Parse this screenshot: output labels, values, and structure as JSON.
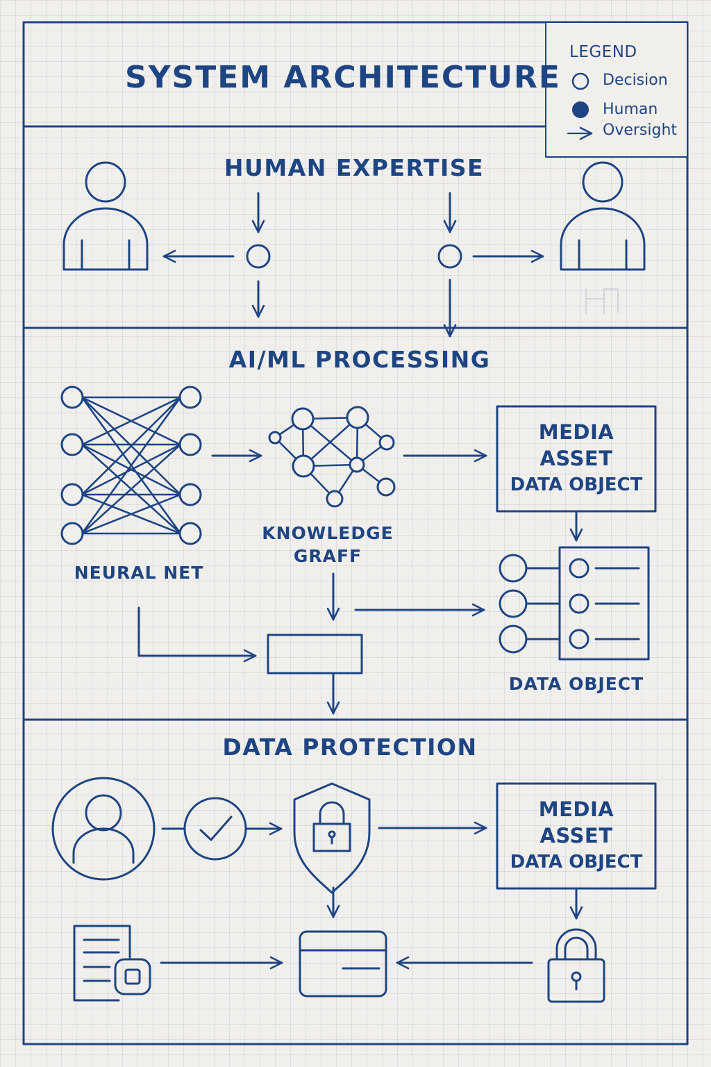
{
  "title": "SYSTEM ARCHITECTURE",
  "legend": {
    "heading": "LEGEND",
    "items": [
      {
        "symbol": "open-circle",
        "label": "Decision"
      },
      {
        "symbol": "filled-circle",
        "label": "Human"
      },
      {
        "symbol": "arrow",
        "label": "Oversight"
      }
    ]
  },
  "sections": {
    "human_expertise": {
      "title": "HUMAN EXPERTISE"
    },
    "ai_ml": {
      "title": "AI/ML PROCESSING",
      "neural_net_label": "NEURAL NET",
      "knowledge_graph_label": [
        "KNOWLEDGE",
        "GRAFF"
      ],
      "media_box": [
        "MEDIA",
        "ASSET",
        "DATA OBJECT"
      ],
      "data_object_label": "DATA OBJECT"
    },
    "data_protection": {
      "title": "DATA PROTECTION",
      "media_box": [
        "MEDIA",
        "ASSET",
        "DATA OBJECT"
      ]
    }
  },
  "colors": {
    "ink": "#1e4583",
    "paper": "#f1efec",
    "grid": "#c8ccd6"
  },
  "icons": [
    "person-icon",
    "decision-node-icon",
    "neural-net-icon",
    "knowledge-graph-icon",
    "data-object-icon",
    "user-circle-icon",
    "check-circle-icon",
    "shield-lock-icon",
    "document-icon",
    "card-icon",
    "padlock-icon"
  ]
}
